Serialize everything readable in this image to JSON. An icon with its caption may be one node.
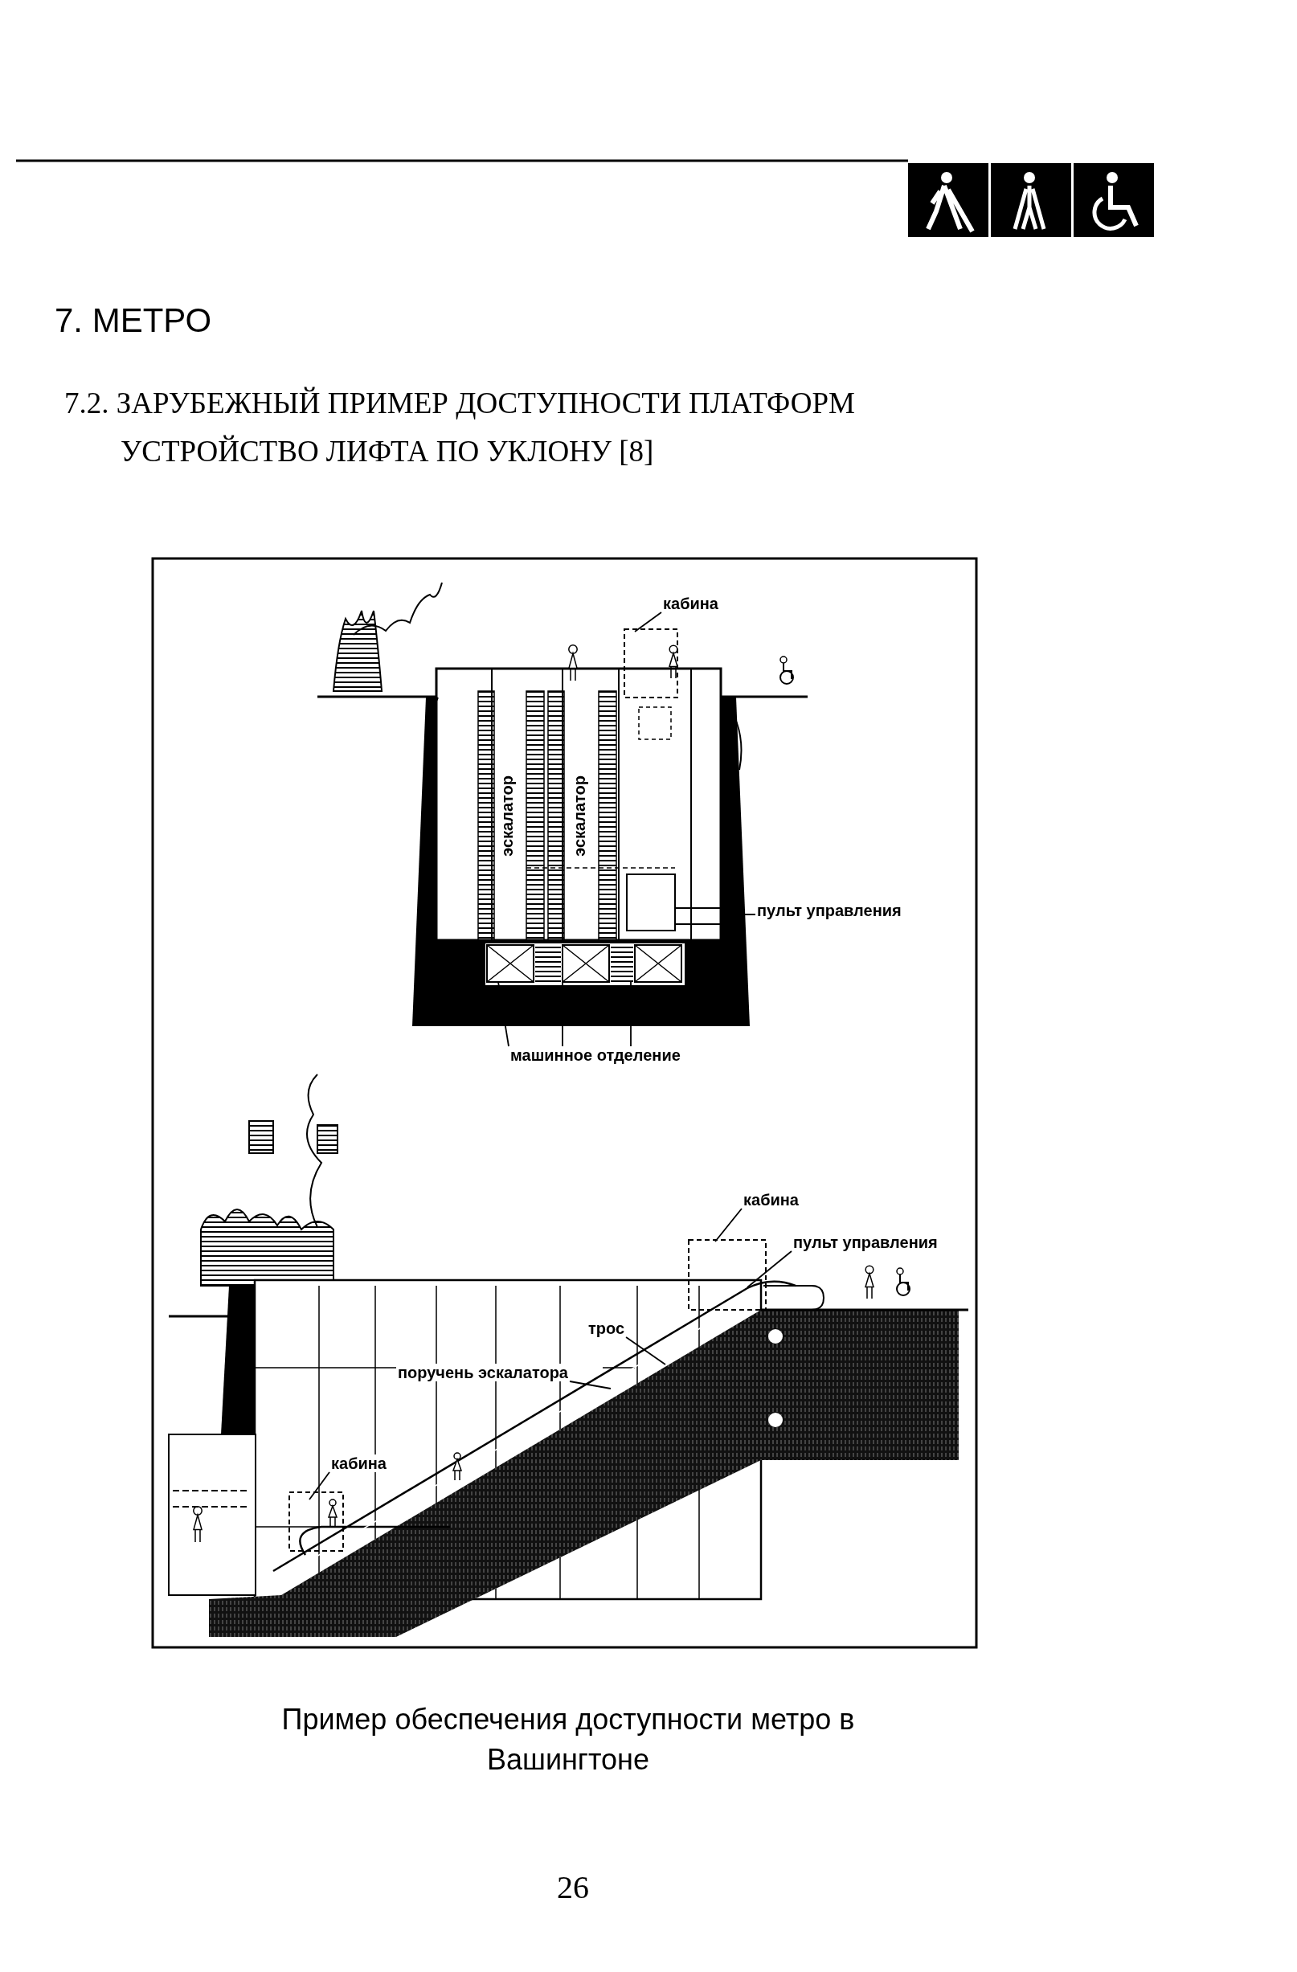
{
  "diagram": {
    "title": "7. МЕТРО",
    "caption": "Пример обеспечения доступности метро в Вашингтоне",
    "nodes": [
      {
        "text": [
          "кабина"
        ]
      },
      {
        "text": [
          "пульт управления"
        ]
      },
      {
        "text": [
          "машинное отделение"
        ]
      },
      {
        "text": [
          "кабина"
        ]
      },
      {
        "text": [
          "пульт управления"
        ]
      },
      {
        "text": [
          "трос"
        ]
      },
      {
        "text": [
          "поручень эскалатора"
        ]
      },
      {
        "text": [
          "кабина"
        ]
      }
    ],
    "edges": [
      {
        "from": 0,
        "to": null,
        "arrow": "none"
      },
      {
        "from": 1,
        "to": null,
        "arrow": "none"
      },
      {
        "from": 2,
        "to": null,
        "arrow": "none"
      },
      {
        "from": 2,
        "to": null,
        "arrow": "none"
      },
      {
        "from": 2,
        "to": null,
        "arrow": "none"
      },
      {
        "from": 3,
        "to": null,
        "arrow": "none"
      },
      {
        "from": 4,
        "to": null,
        "arrow": "none"
      },
      {
        "from": 5,
        "to": null,
        "arrow": "none"
      },
      {
        "from": 6,
        "to": null,
        "arrow": "none"
      },
      {
        "from": 7,
        "to": null,
        "arrow": "none"
      }
    ],
    "labels": [
      "7.2. ЗАРУБЕЖНЫЙ ПРИМЕР ДОСТУПНОСТИ ПЛАТФОРМ",
      "УСТРОЙСТВО ЛИФТА ПО УКЛОНУ [8]",
      "эскалатор",
      "эскалатор",
      "26"
    ]
  }
}
